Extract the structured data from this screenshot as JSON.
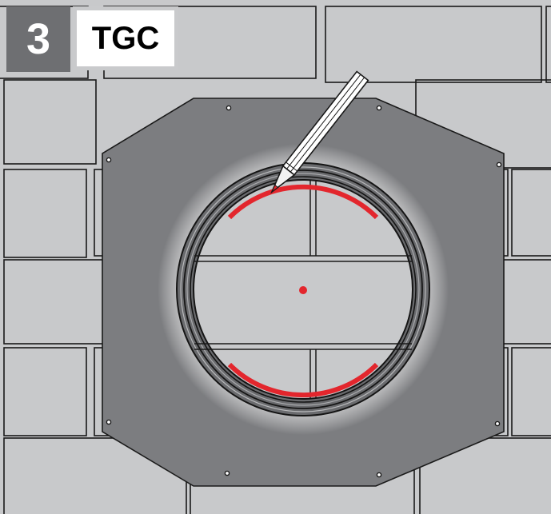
{
  "step_number": "3",
  "code_label": "TGC",
  "colors": {
    "background": "#c8c9cb",
    "panel": "#7c7d80",
    "marking": "#e3262d",
    "badge": "#6e6f72"
  },
  "icons": [
    "pencil-icon",
    "center-point-marker"
  ]
}
